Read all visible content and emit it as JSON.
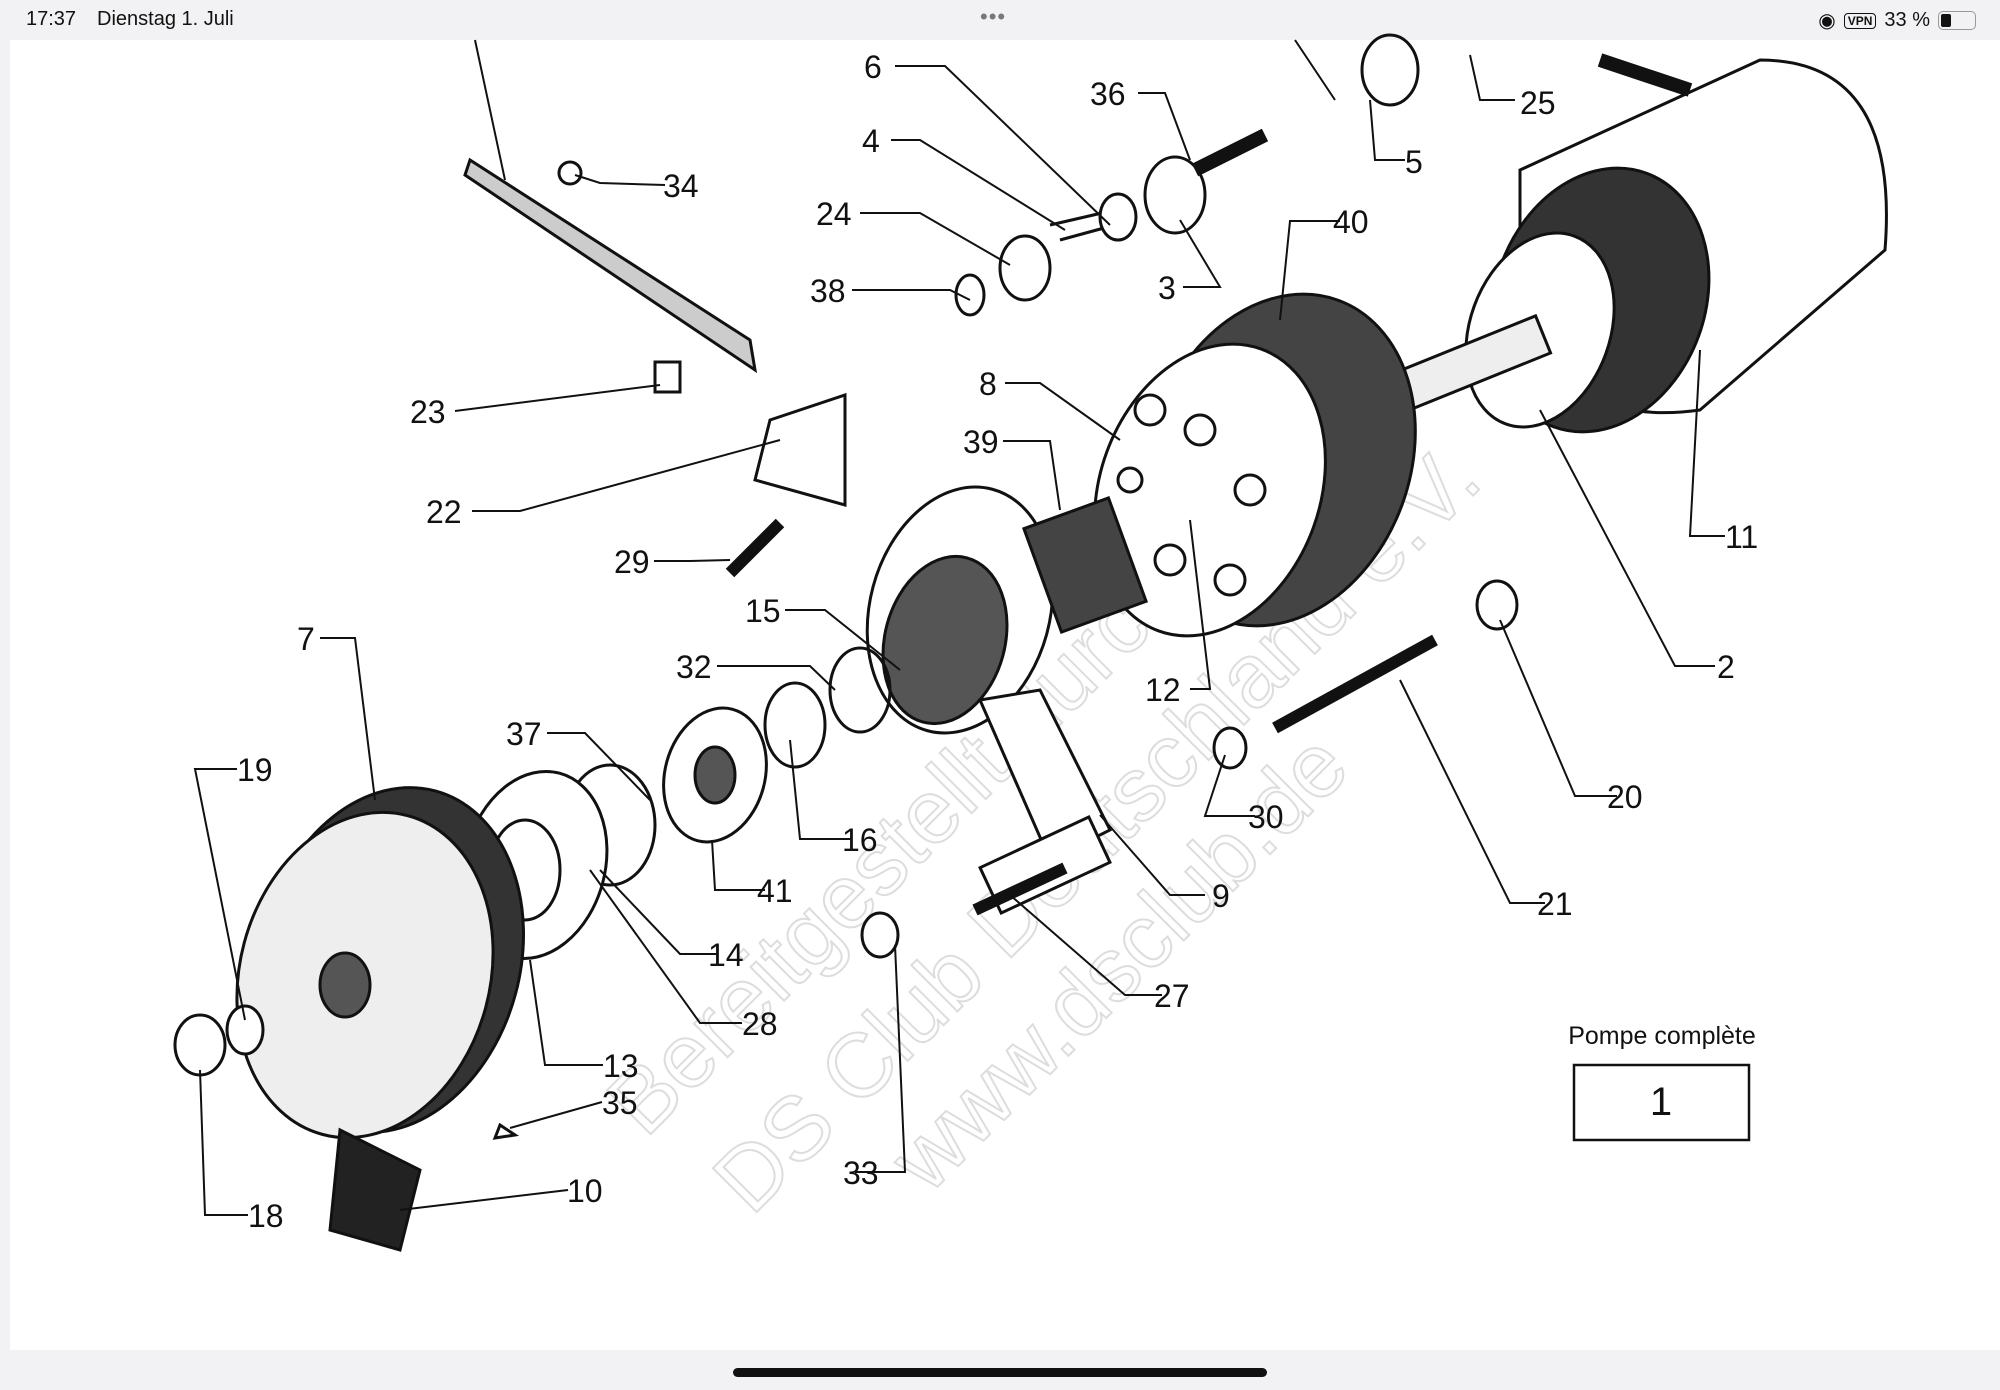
{
  "status_bar": {
    "time": "17:37",
    "date": "Dienstag 1. Juli",
    "more": "•••",
    "vpn": "VPN",
    "battery": "33 %"
  },
  "diagram": {
    "watermark": [
      "Bereitgestellt durch",
      "DS Club Deutschland e.V.",
      "www.dsclub.de"
    ],
    "callouts": [
      "6",
      "36",
      "25",
      "4",
      "5",
      "34",
      "24",
      "40",
      "3",
      "38",
      "8",
      "23",
      "39",
      "22",
      "11",
      "29",
      "15",
      "7",
      "32",
      "2",
      "12",
      "37",
      "19",
      "20",
      "30",
      "16",
      "41",
      "9",
      "21",
      "14",
      "27",
      "28",
      "13",
      "35",
      "33",
      "10",
      "18"
    ],
    "assembly_caption": "Pompe complète",
    "assembly_number": "1"
  }
}
